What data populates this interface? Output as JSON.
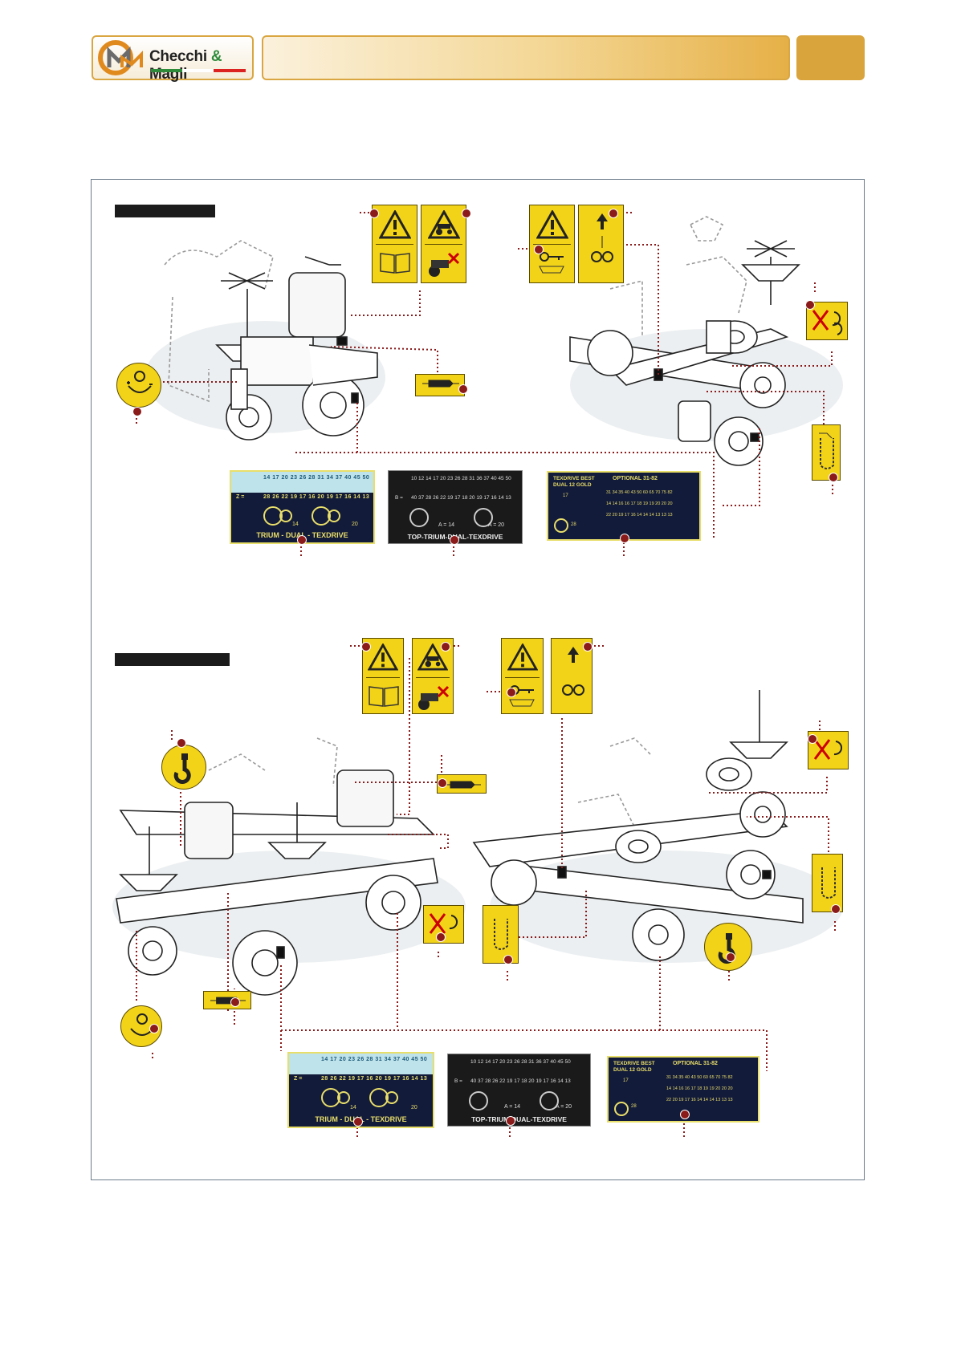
{
  "header": {
    "brand_left": "Checchi",
    "brand_amp": "&",
    "brand_right": "Magli"
  },
  "stickers": {
    "plate_trium": {
      "top_numbers": "14 17 20 23 26 28 31 34 37 40 45 50",
      "z_label": "Z =",
      "z_numbers": "28 26 22 19 17 16 20 19 17 16 14 13",
      "gear_a": "14",
      "gear_b": "20",
      "title": "TRIUM - DUAL - TEXDRIVE"
    },
    "plate_top": {
      "top_numbers": "10 12 14 17 20 23 26 28 31 36 37 40 45 50",
      "b_label": "B =",
      "b_numbers": "40 37 28 26 22 19 17 18 20 19 17 16 14 13",
      "a_left": "A = 14",
      "a_right": "A = 20",
      "title": "TOP-TRIUM-DUAL-TEXDRIVE"
    },
    "plate_texdrive": {
      "title_line1": "TEXDRIVE BEST",
      "title_line2": "DUAL 12 GOLD",
      "optional": "OPTIONAL 31-82",
      "num_17": "17",
      "num_28": "28",
      "row1": "31 34 35 40 43 50 60 65 70 75 82",
      "row2": "14 14 16 16 17 18 19 19 20 20 20",
      "row3": "22 20 19 17 16 14 14 14 13 13 13"
    }
  },
  "colors": {
    "gold": "#d9a43c",
    "sticker_yellow": "#f2d318",
    "navy": "#131b3a",
    "leader_red": "#8b1a1a"
  }
}
